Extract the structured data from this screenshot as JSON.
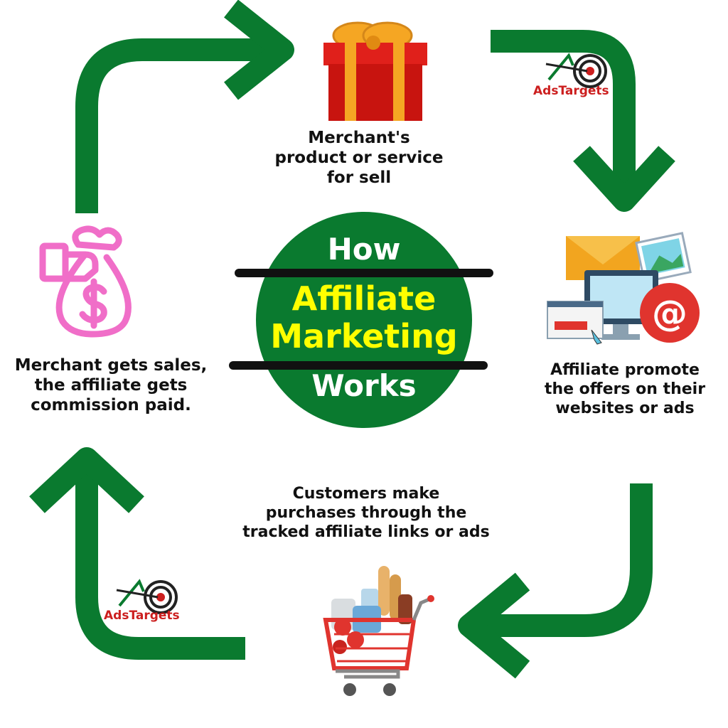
{
  "title": {
    "line1": "How",
    "line2": "Affiliate",
    "line3": "Marketing",
    "line4": "Works"
  },
  "steps": [
    {
      "lines": [
        "Merchant's",
        "product or service",
        "for sell"
      ],
      "icon": "gift-box-icon"
    },
    {
      "lines": [
        "Affiliate promote",
        "the offers on their",
        "websites or ads"
      ],
      "icon": "digital-marketing-icon"
    },
    {
      "lines": [
        "Customers make",
        "purchases through the",
        "tracked affiliate links or ads"
      ],
      "icon": "shopping-cart-icon"
    },
    {
      "lines": [
        "Merchant gets sales,",
        "the affiliate gets",
        "commission paid."
      ],
      "icon": "money-bag-hand-icon"
    }
  ],
  "logo": {
    "text": "AdsTargets"
  },
  "colors": {
    "arrow": "#0a7a2f",
    "circle": "#0a7a2f",
    "title_accent": "#ffff00",
    "logo_red": "#cc1f1f",
    "money_bag": "#f06ec8"
  }
}
